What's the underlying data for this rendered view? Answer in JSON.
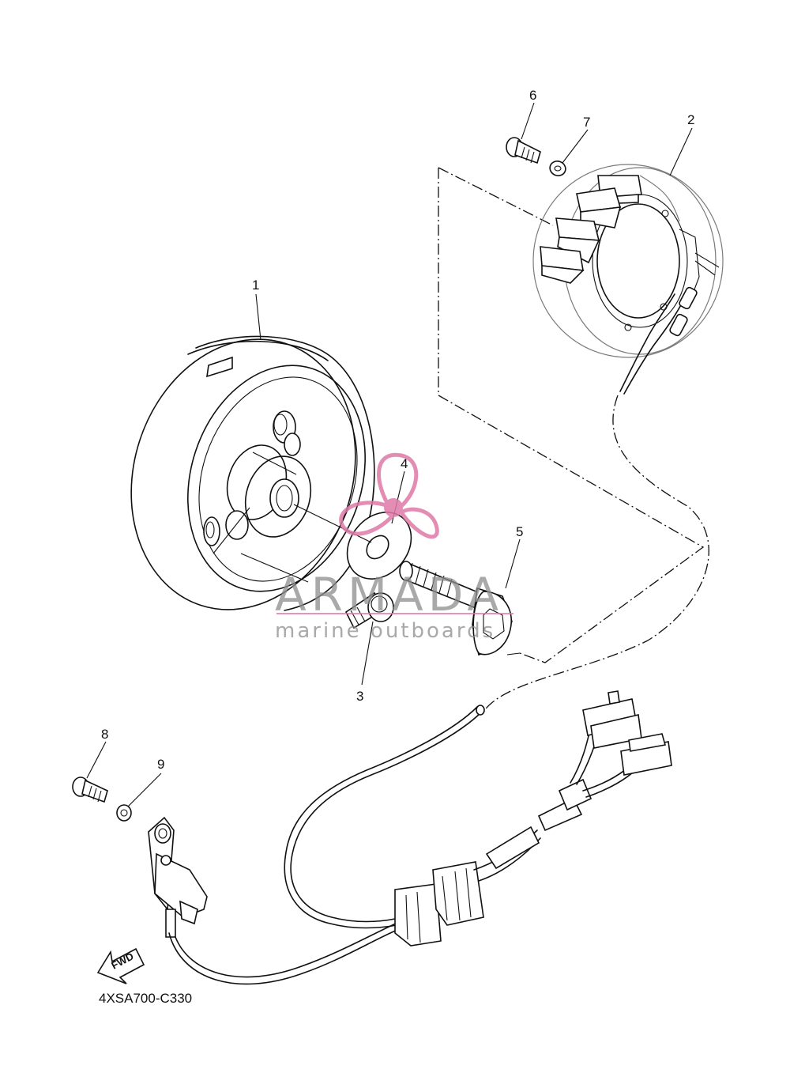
{
  "diagram": {
    "callouts": [
      "1",
      "2",
      "3",
      "4",
      "5",
      "6",
      "7",
      "8",
      "9"
    ],
    "diagram_code": "4XSA700-C330",
    "direction_label": "FWD"
  },
  "watermark": {
    "brand": "ARMADA",
    "tagline": "marine outboards",
    "accent_color": "#e07aa8",
    "text_color": "#8d8d8d"
  }
}
